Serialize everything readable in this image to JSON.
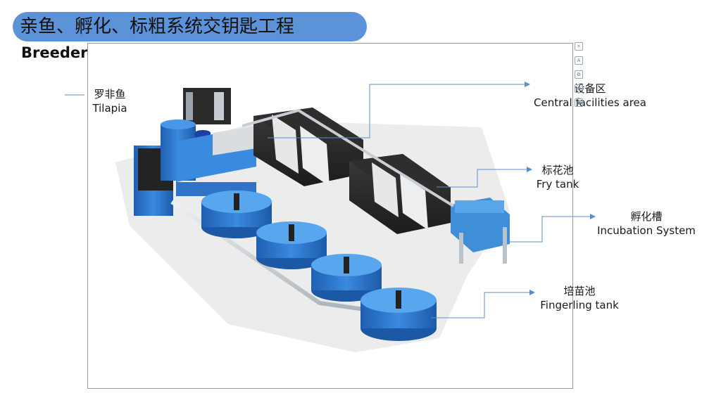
{
  "slide": {
    "title_cn": "亲鱼、孵化、标粗系统交钥匙工程",
    "title_en": "Breeders, hatching and juvenile system"
  },
  "labels": {
    "tilapia": {
      "cn": "罗非鱼",
      "en": "Tilapia"
    },
    "central": {
      "cn": "设备区",
      "en": "Central facilities area"
    },
    "fry": {
      "cn": "标花池",
      "en": "Fry tank"
    },
    "incubation": {
      "cn": "孵化槽",
      "en": "Incubation System"
    },
    "fingerling": {
      "cn": "培苗池",
      "en": "Fingerling tank"
    }
  },
  "toolbar_icons": [
    "crop-icon",
    "text-style-icon",
    "copy-icon",
    "zoom-icon",
    "image-icon"
  ],
  "colors": {
    "banner": "#5b92d8",
    "tank_blue": "#2f7fd6",
    "tank_dark": "#2b2b2b",
    "pipe": "#c9ced4",
    "leader_line": "#5a8ec7"
  }
}
